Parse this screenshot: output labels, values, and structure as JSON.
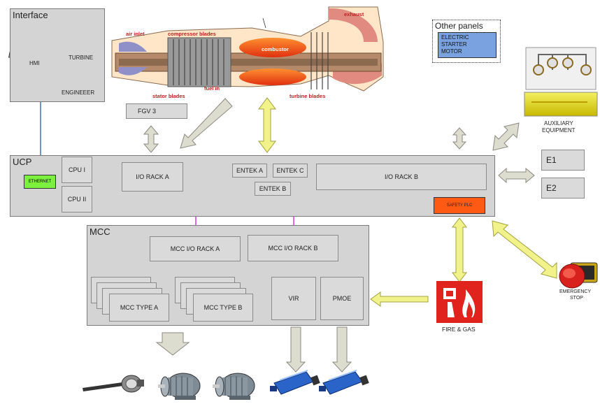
{
  "interface": {
    "title": "Interface",
    "hmi": "HMI",
    "turbine": "TURBINE",
    "engineer": "ENGINEEER"
  },
  "other_panels": {
    "title": "Other panels",
    "content": [
      "ELECTRIC",
      "STARTER",
      "MOTOR"
    ]
  },
  "turbine_diagram": {
    "air_inlet": "air inlet",
    "compressor_blades": "compressor blades",
    "combustor": "combustor",
    "exhaust": "exhaust",
    "stator_blades": "stator blades",
    "fuel_in": "fuel in",
    "turbine_blades": "turbine blades"
  },
  "fgv": "FGV 3",
  "auxiliary": [
    "AUXILIARY",
    "EQUIPMENT"
  ],
  "ucp": {
    "title": "UCP",
    "ethernet": "ETHERNET",
    "cpu1": "CPU I",
    "cpu2": "CPU II",
    "io_rack_a": "I/O RACK A",
    "entek_a": "ENTEK A",
    "entek_c": "ENTEK C",
    "entek_b": "ENTEK B",
    "io_rack_b": "I/O RACK B",
    "safety_plc": "SAFETY PLC"
  },
  "e1": "E1",
  "e2": "E2",
  "mcc": {
    "title": "MCC",
    "io_rack_a": "MCC I/O RACK A",
    "io_rack_b": "MCC I/O RACK B",
    "type_a": "MCC TYPE A",
    "type_b": "MCC TYPE B",
    "vir": "VIR",
    "pmoe": "PMOE"
  },
  "fire_gas": "FIRE & GAS",
  "emergency_stop": [
    "EMERGENCY",
    "STOP"
  ],
  "colors": {
    "panel": "#d4d4d4",
    "bus": "#e040e0",
    "ethernet_link": "#4a78c8",
    "ethernet_box": "#7cf03c",
    "safety_plc": "#ff5a14",
    "yellow_arrow": "#f2f28a",
    "grey_arrow": "#dcdccf",
    "fire_red": "#e0231c",
    "motor_blue": "#2a64c8"
  }
}
